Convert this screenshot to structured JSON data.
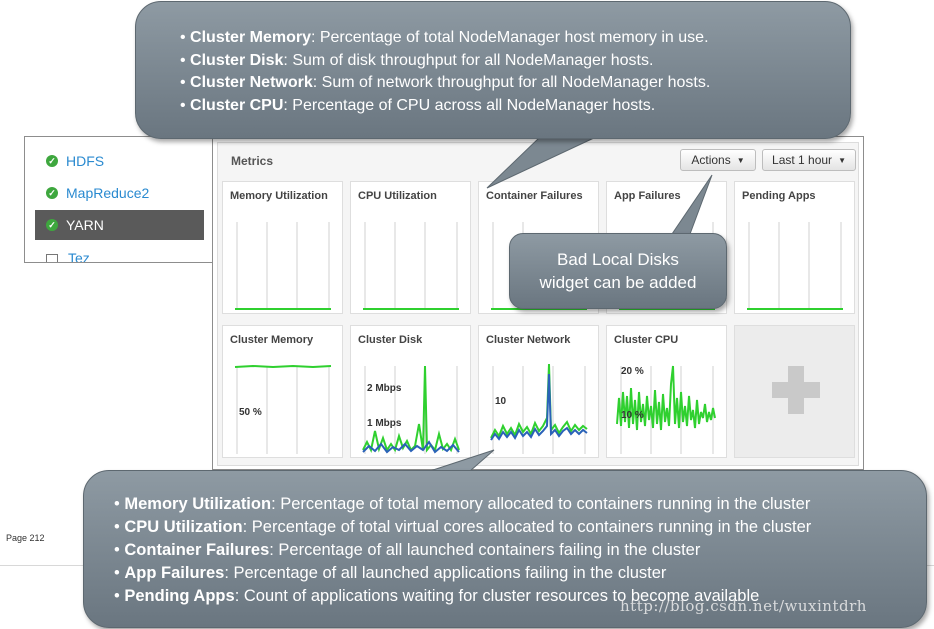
{
  "sidebar": {
    "items": [
      {
        "label": "HDFS",
        "status": "ok",
        "active": false
      },
      {
        "label": "MapReduce2",
        "status": "ok",
        "active": false
      },
      {
        "label": "YARN",
        "status": "ok",
        "active": true
      },
      {
        "label": "Tez",
        "status": "monitor",
        "active": false
      }
    ]
  },
  "metrics": {
    "title": "Metrics",
    "actions_label": "Actions",
    "timerange_label": "Last 1 hour",
    "widgets": [
      {
        "title": "Memory Utilization"
      },
      {
        "title": "CPU Utilization"
      },
      {
        "title": "Container Failures"
      },
      {
        "title": "App Failures"
      },
      {
        "title": "Pending Apps"
      },
      {
        "title": "Cluster Memory",
        "label": "50 %"
      },
      {
        "title": "Cluster Disk",
        "labels": [
          "2 Mbps",
          "1 Mbps"
        ]
      },
      {
        "title": "Cluster Network",
        "label": "10"
      },
      {
        "title": "Cluster CPU",
        "labels": [
          "20 %",
          "10 %"
        ]
      }
    ],
    "add_widget_icon": "plus-icon"
  },
  "callouts": {
    "top": [
      {
        "term": "Cluster Memory",
        "desc": ": Percentage of total NodeManager host memory in use."
      },
      {
        "term": "Cluster Disk",
        "desc": ": Sum of disk throughput for all NodeManager hosts."
      },
      {
        "term": "Cluster Network",
        "desc": ": Sum of network throughput for all NodeManager hosts."
      },
      {
        "term": "Cluster CPU",
        "desc": ": Percentage of CPU across all NodeManager hosts."
      }
    ],
    "middle": {
      "line1": "Bad Local Disks",
      "line2": "widget can be added"
    },
    "bottom": [
      {
        "term": "Memory Utilization",
        "desc": ": Percentage of total memory allocated to containers running in the cluster"
      },
      {
        "term": "CPU Utilization",
        "desc": ": Percentage of total virtual cores allocated to containers running in the cluster"
      },
      {
        "term": "Container Failures",
        "desc": ": Percentage of all launched containers failing in the cluster"
      },
      {
        "term": "App Failures",
        "desc": ": Percentage of all launched applications failing in the cluster"
      },
      {
        "term": "Pending Apps",
        "desc": ": Count of applications waiting for cluster resources to become available"
      }
    ]
  },
  "footer": {
    "page": "Page 212",
    "watermark": "http://blog.csdn.net/wuxintdrh"
  },
  "colors": {
    "series_green": "#2fd02f",
    "series_blue": "#2a62b8",
    "callout": "#7b8790",
    "active_nav": "#5a5a5a"
  }
}
